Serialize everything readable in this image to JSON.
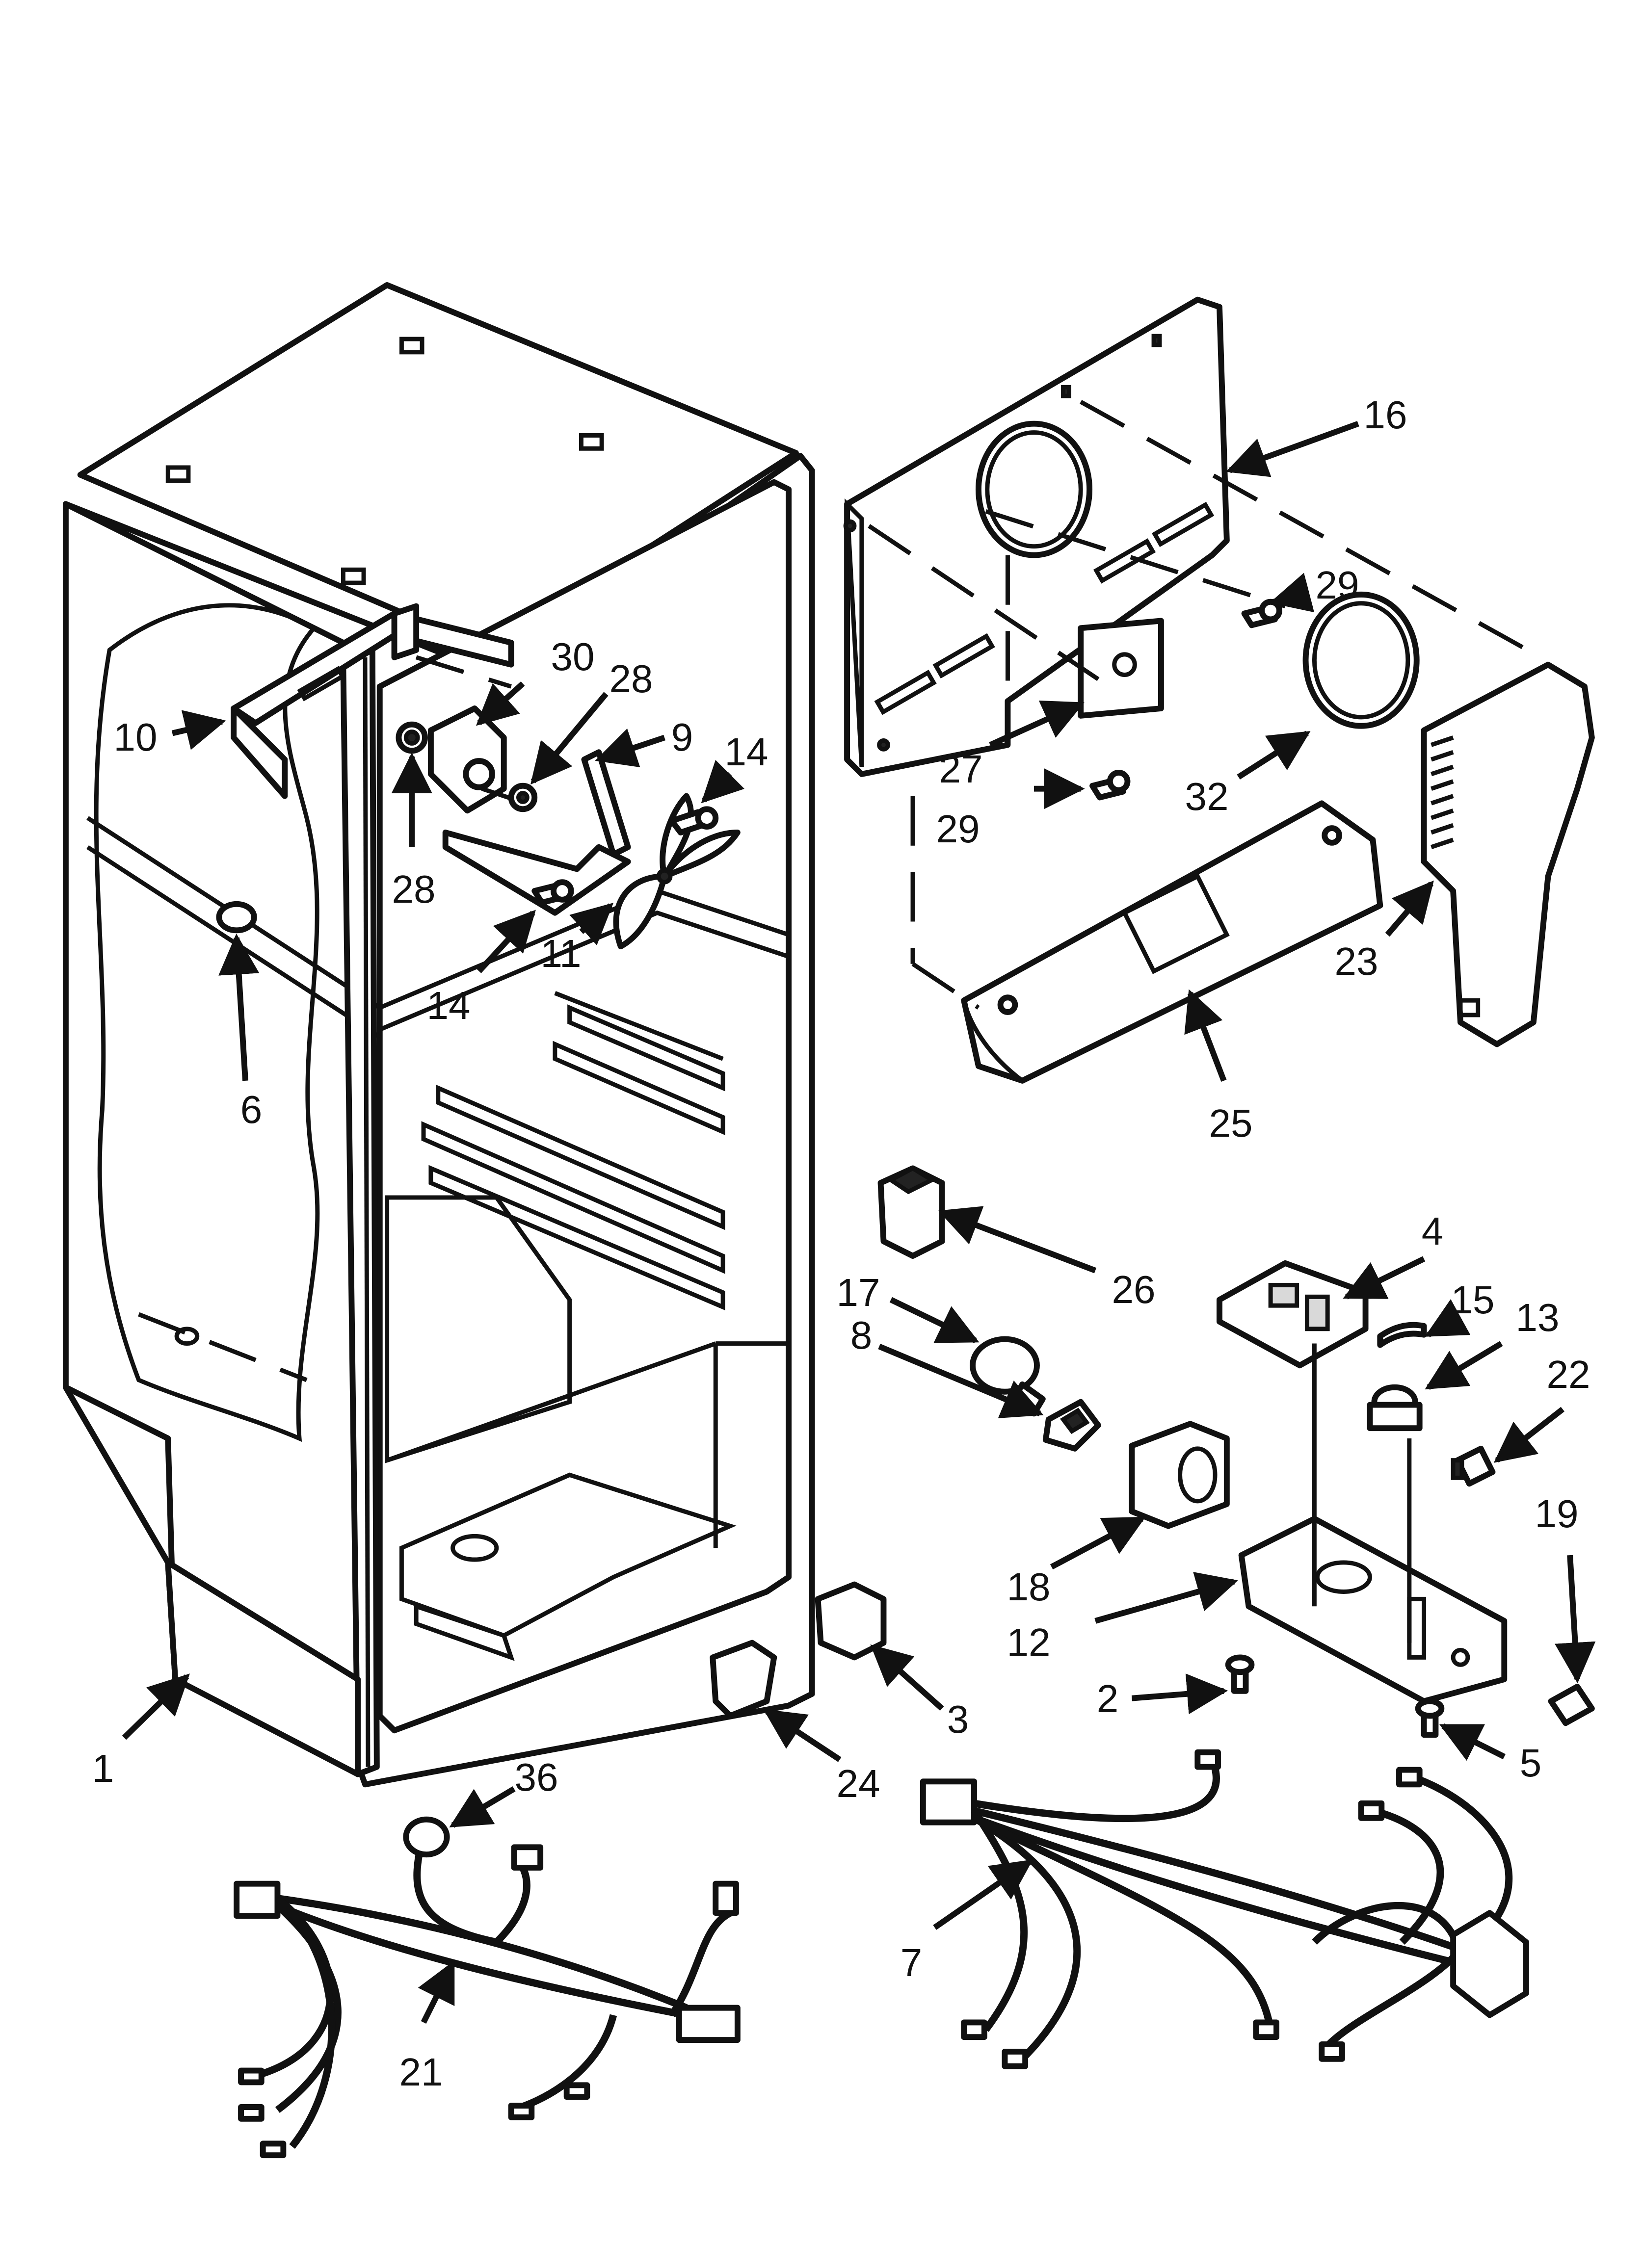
{
  "callouts": {
    "c1": "1",
    "c2": "2",
    "c3": "3",
    "c4": "4",
    "c5": "5",
    "c6": "6",
    "c7": "7",
    "c8": "8",
    "c9": "9",
    "c10": "10",
    "c11": "11",
    "c12": "12",
    "c13": "13",
    "c14a": "14",
    "c14b": "14",
    "c15": "15",
    "c16": "16",
    "c17": "17",
    "c18": "18",
    "c19": "19",
    "c21": "21",
    "c22": "22",
    "c23": "23",
    "c24": "24",
    "c25": "25",
    "c26": "26",
    "c27": "27",
    "c28a": "28",
    "c28b": "28",
    "c29a": "29",
    "c29b": "29",
    "c30": "30",
    "c32": "32",
    "c36": "36"
  },
  "colors": {
    "line": "#111111",
    "background": "#ffffff",
    "shade": "#d9d9d9"
  }
}
